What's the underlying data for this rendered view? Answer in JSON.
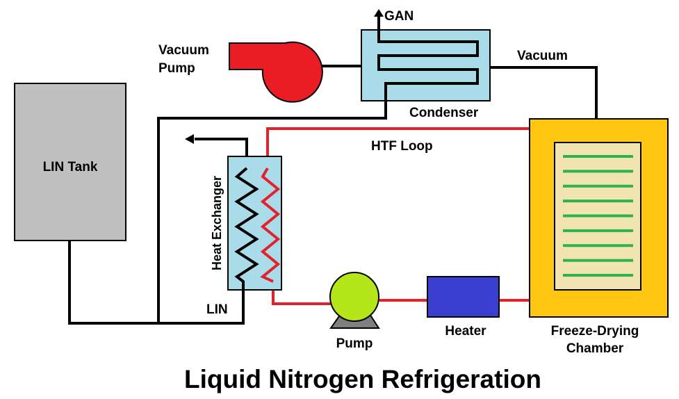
{
  "diagram": {
    "title": "Liquid Nitrogen Refrigeration",
    "labels": {
      "lin_tank": "LIN Tank",
      "vacuum_pump_line1": "Vacuum",
      "vacuum_pump_line2": "Pump",
      "gan": "GAN",
      "vacuum": "Vacuum",
      "condenser": "Condenser",
      "htf_loop": "HTF Loop",
      "heat_exchanger": "Heat Exchanger",
      "lin": "LIN",
      "pump": "Pump",
      "heater": "Heater",
      "chamber_line1": "Freeze-Drying",
      "chamber_line2": "Chamber"
    },
    "colors": {
      "lin_line": "#000000",
      "htf_line": "#e4202a",
      "tank_fill": "#c0c0c0",
      "exchanger_fill": "#a9dbe9",
      "vacuum_pump_fill": "#ea1c24",
      "pump_fill": "#b4e61a",
      "pump_base": "#7f7f7f",
      "heater_fill": "#3a3fcf",
      "chamber_outer": "#ffc711",
      "chamber_inner": "#f2e4b2",
      "shelf": "#2eb24a"
    },
    "shelf_count": 9
  }
}
